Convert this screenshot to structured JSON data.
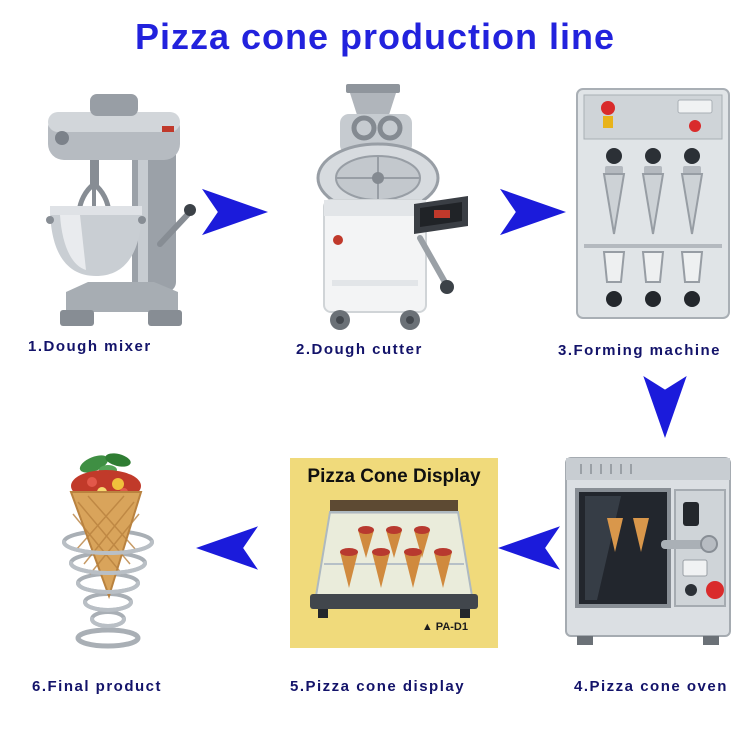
{
  "title": "Pizza cone production line",
  "colors": {
    "title_blue": "#2222dd",
    "arrow_blue": "#1b1bdb",
    "label_navy": "#13136a",
    "display_bg": "#f0da7b"
  },
  "steps": [
    {
      "label": "1.Dough mixer"
    },
    {
      "label": "2.Dough cutter"
    },
    {
      "label": "3.Forming machine"
    },
    {
      "label": "4.Pizza cone oven"
    },
    {
      "label": "5.Pizza cone display"
    },
    {
      "label": "6.Final product"
    }
  ],
  "display_card": {
    "title": "Pizza Cone Display",
    "model": "▲ PA-D1"
  }
}
